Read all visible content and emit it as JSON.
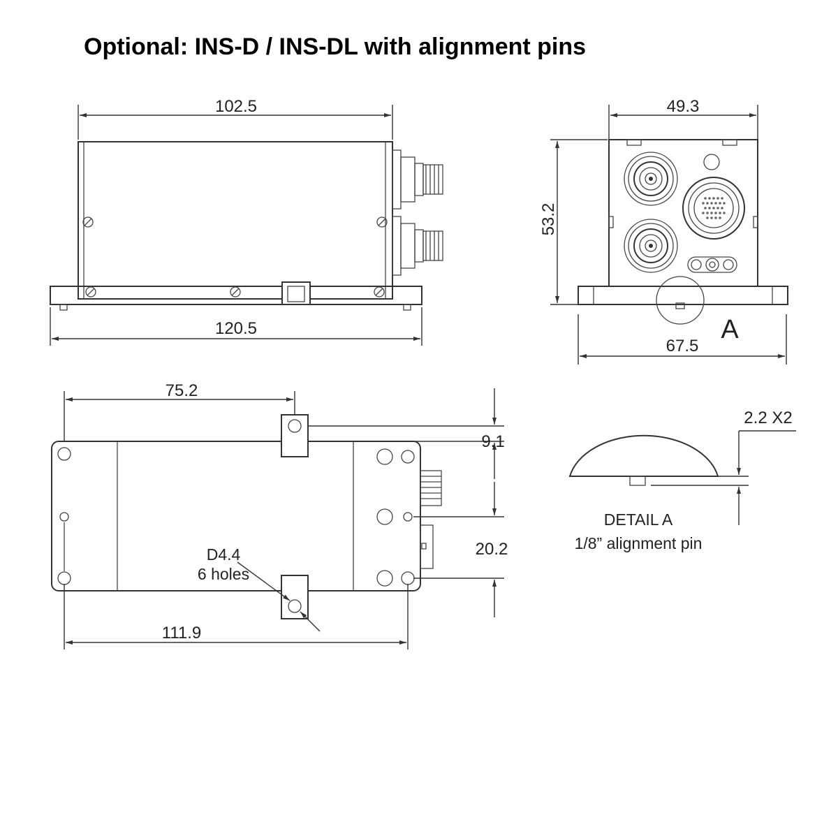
{
  "title": "Optional: INS-D / INS-DL with alignment pins",
  "side_view": {
    "top_length": "102.5",
    "base_length": "120.5"
  },
  "end_view": {
    "width": "49.3",
    "height": "53.2",
    "base_width": "67.5",
    "detail_marker": "A"
  },
  "bottom_view": {
    "pin_offset": "75.2",
    "pin_tab": "9.1",
    "hole_spacing": "20.2",
    "overall_length": "111.9",
    "hole_note_line1": "D4.4",
    "hole_note_line2": "6 holes"
  },
  "detail": {
    "pin_height": "2.2 X2",
    "label_line1": "DETAIL A",
    "label_line2": "1/8” alignment pin"
  }
}
